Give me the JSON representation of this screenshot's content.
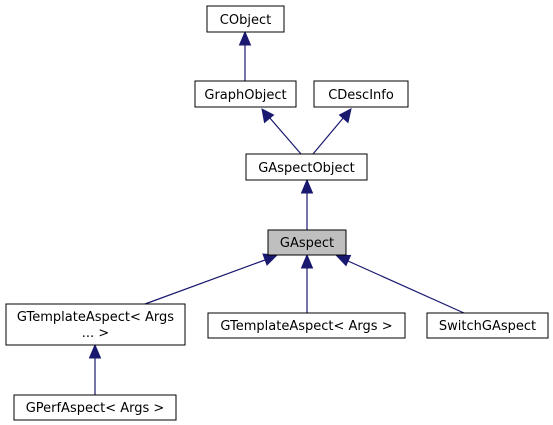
{
  "colors": {
    "node_fill": "#ffffff",
    "highlight_fill": "#bfbfbf",
    "edge": "#191970",
    "border": "#000000"
  },
  "nodes": {
    "cobject": {
      "label": "CObject"
    },
    "graphobject": {
      "label": "GraphObject"
    },
    "cdescinfo": {
      "label": "CDescInfo"
    },
    "gaspectobject": {
      "label": "GAspectObject"
    },
    "gaspect": {
      "label": "GAspect",
      "highlighted": true
    },
    "gtemplateaspect_variadic": {
      "label_line1": "GTemplateAspect< Args",
      "label_line2": "... >"
    },
    "gtemplateaspect": {
      "label": "GTemplateAspect< Args >"
    },
    "switchgaspect": {
      "label": "SwitchGAspect"
    },
    "gperfaspect": {
      "label": "GPerfAspect< Args >"
    }
  },
  "edges": [
    {
      "from": "graphobject",
      "to": "cobject"
    },
    {
      "from": "gaspectobject",
      "to": "graphobject"
    },
    {
      "from": "gaspectobject",
      "to": "cdescinfo"
    },
    {
      "from": "gaspect",
      "to": "gaspectobject"
    },
    {
      "from": "gtemplateaspect_variadic",
      "to": "gaspect"
    },
    {
      "from": "gtemplateaspect",
      "to": "gaspect"
    },
    {
      "from": "switchgaspect",
      "to": "gaspect"
    },
    {
      "from": "gperfaspect",
      "to": "gtemplateaspect_variadic"
    }
  ]
}
